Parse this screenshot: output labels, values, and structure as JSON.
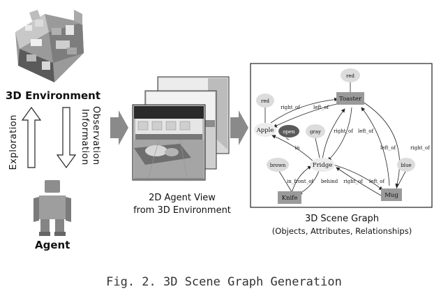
{
  "left": {
    "env_title": "3D Environment",
    "exploration": "Exploration",
    "observation_1": "Observation",
    "observation_2": "Information",
    "agent": "Agent"
  },
  "middle": {
    "line1": "2D Agent View",
    "line2": "from 3D Environment"
  },
  "graph": {
    "title": "3D Scene Graph",
    "subtitle": "(Objects, Attributes, Relationships)",
    "nodes": {
      "red_top": "red",
      "toaster": "Toaster",
      "red_left": "red",
      "apple": "Apple",
      "open": "open",
      "gray": "gray",
      "fridge": "Fridge",
      "brown": "brown",
      "blue": "blue",
      "knife": "Knife",
      "mug": "Mug"
    },
    "edges": {
      "apple_toaster_right": "right_of",
      "toaster_apple_left": "left_of",
      "fridge_apple_in": "in",
      "fridge_toaster_right": "right_of",
      "toaster_fridge_left": "left_of",
      "mug_toaster_left": "left_of",
      "toaster_mug_right": "right_of",
      "knife_fridge_infront": "in_front_of",
      "fridge_knife_behind": "behind",
      "fridge_mug_right": "right_of",
      "mug_fridge_left": "left_of"
    }
  },
  "caption": "Fig. 2. 3D Scene Graph Generation"
}
